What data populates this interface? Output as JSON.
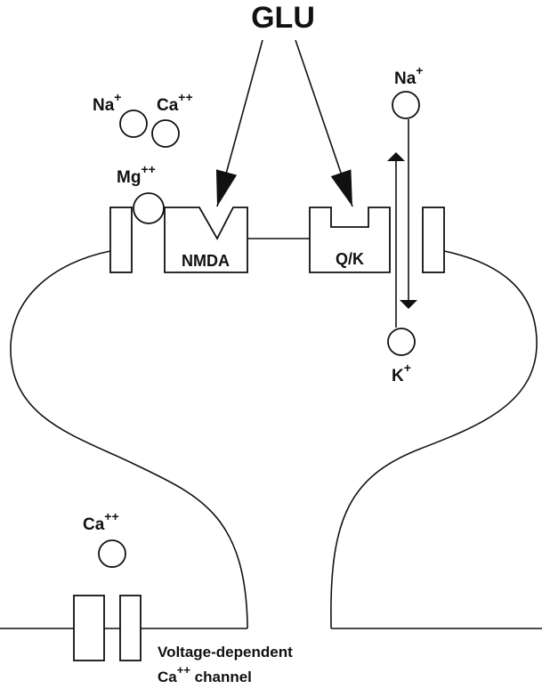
{
  "labels": {
    "glu": "GLU",
    "na_top": "Na",
    "na_top_charge": "+",
    "ca_top": "Ca",
    "ca_top_charge": "++",
    "mg": "Mg",
    "mg_charge": "++",
    "nmda": "NMDA",
    "qk": "Q/K",
    "na_right": "Na",
    "na_right_charge": "+",
    "k": "K",
    "k_charge": "+",
    "ca_bottom": "Ca",
    "ca_bottom_charge": "++",
    "channel_line1": "Voltage-dependent",
    "channel_line2_prefix": "Ca",
    "channel_line2_charge": "++",
    "channel_line2_suffix": " channel"
  },
  "colors": {
    "ink": "#111111",
    "background": "#ffffff"
  }
}
